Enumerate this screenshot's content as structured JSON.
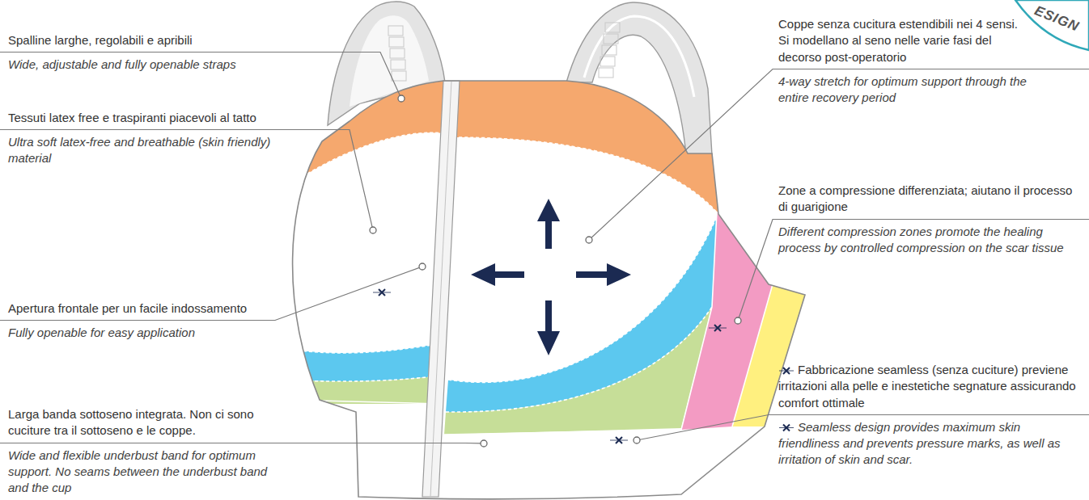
{
  "diagram": {
    "labels": [
      "Spalline larghe, regolabili e apribili",
      "Wide, adjustable and fully openable straps",
      "Tessuti latex free e traspiranti piacevoli al tatto",
      "Ultra soft latex-free and breathable (skin friendly) material",
      "Apertura frontale per un facile indossamento",
      "Fully openable for easy application",
      "Larga banda sottoseno integrata. Non ci sono cuciture tra il sottoseno e le coppe.",
      "Wide and flexible underbust band for optimum support. No seams between the underbust band and the cup",
      "Coppe senza cucitura estendibili nei 4 sensi. Si modellano al seno nelle varie fasi del decorso post-operatorio",
      "4-way stretch for optimum support through the entire recovery period",
      "Zone a compressione differenziata; aiutano il processo di guarigione",
      "Different compression zones promote the healing process by controlled compression on the scar tissue",
      "Fabbricazione seamless (senza cuciture) previene irritazioni alla pelle e inestetiche segnature assicurando comfort ottimale",
      "Seamless design provides maximum skin friendliness and prevents pressure marks, as well as irritation of skin and scar.",
      "ESIGN"
    ]
  }
}
